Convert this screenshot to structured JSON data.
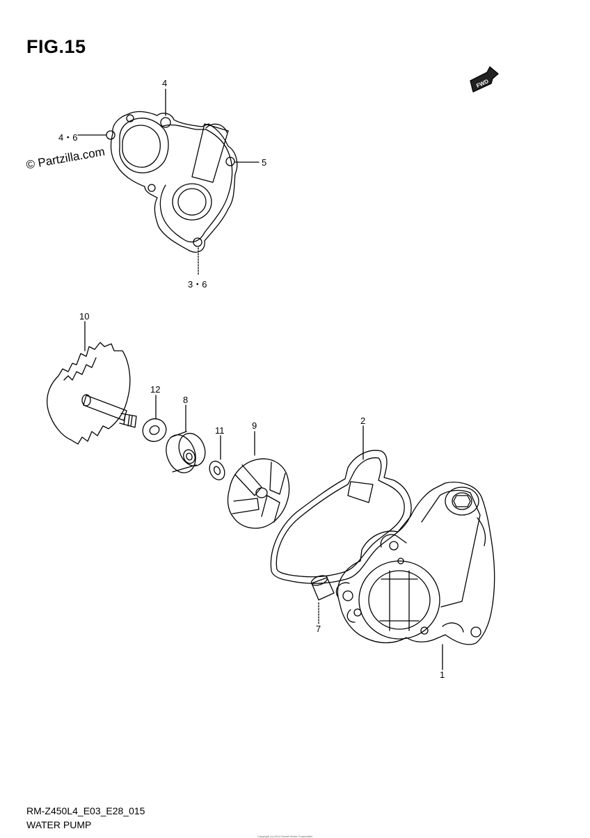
{
  "figure": {
    "title": "FIG.15",
    "watermark": "© Partzilla.com",
    "forward_badge": "FWD",
    "code": "RM-Z450L4_E03_E28_015",
    "caption": "WATER PUMP",
    "copyright": "Copyright (c) 2014 Suzuki Motor Corporation"
  },
  "callouts": {
    "c4": "4",
    "c4_6": "4・6",
    "c5": "5",
    "c3_6": "3・6",
    "c10": "10",
    "c12": "12",
    "c8": "8",
    "c11": "11",
    "c9": "9",
    "c2": "2",
    "c7": "7",
    "c1": "1"
  }
}
